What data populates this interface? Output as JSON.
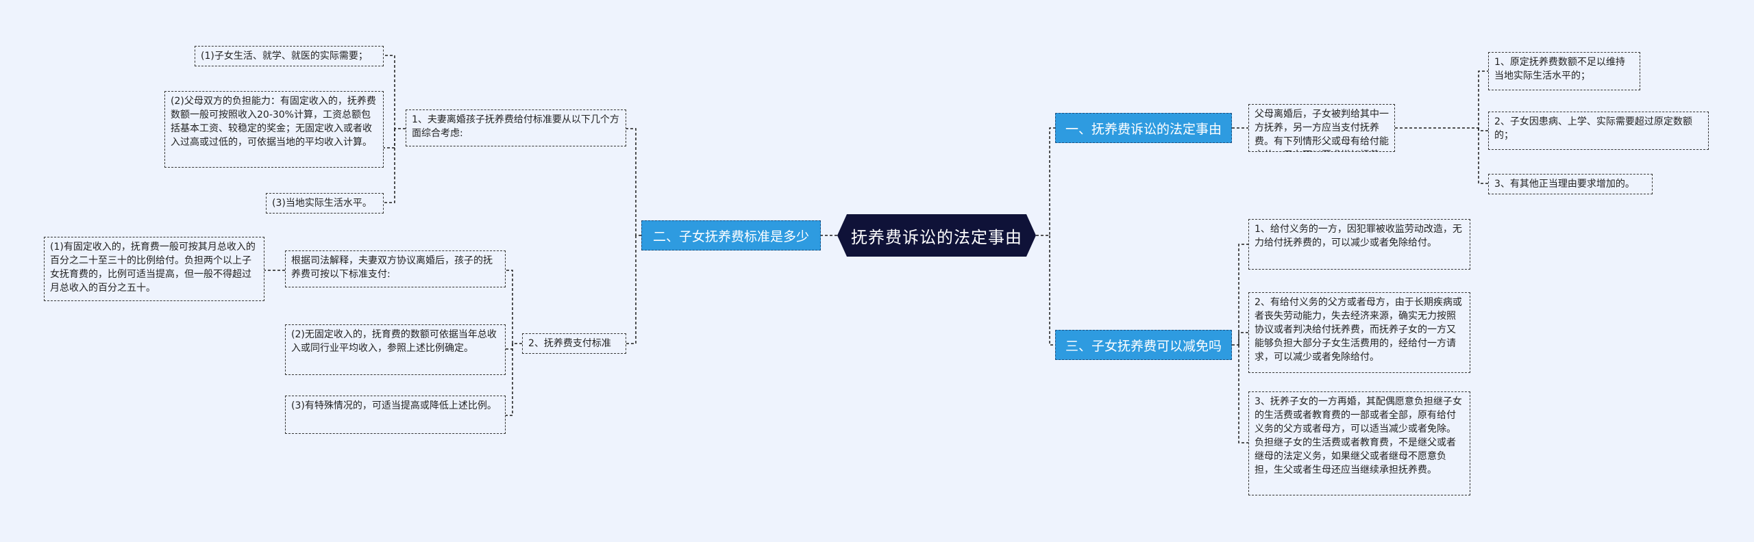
{
  "root": {
    "title": "抚养费诉讼的法定事由"
  },
  "right": {
    "branch1": {
      "label": "一、抚养费诉讼的法定事由",
      "intro": "父母离婚后，子女被判给其中一方抚养，另一方应当支付抚养费。有下列情形父或母有给付能力的，子女可以要求增加抚养费：",
      "items": [
        "1、原定抚养费数额不足以维持当地实际生活水平的；",
        "2、子女因患病、上学、实际需要超过原定数额的；",
        "3、有其他正当理由要求增加的。"
      ]
    },
    "branch3": {
      "label": "三、子女抚养费可以减免吗",
      "items": [
        "1、给付义务的一方，因犯罪被收监劳动改造，无力给付抚养费的，可以减少或者免除给付。",
        "2、有给付义务的父方或者母方，由于长期疾病或者丧失劳动能力，失去经济来源，确实无力按照协议或者判决给付抚养费，而抚养子女的一方又能够负担大部分子女生活费用的，经给付一方请求，可以减少或者免除给付。",
        "3、抚养子女的一方再婚，其配偶愿意负担继子女的生活费或者教育费的一部或者全部，原有给付义务的父方或者母方，可以适当减少或者免除。负担继子女的生活费或者教育费，不是继父或者继母的法定义务，如果继父或者继母不愿意负担，生父或者生母还应当继续承担抚养费。"
      ]
    }
  },
  "left": {
    "branch2": {
      "label": "二、子女抚养费标准是多少",
      "sub1": {
        "label": "1、夫妻离婚孩子抚养费给付标准要从以下几个方面综合考虑:",
        "items": [
          "(1)子女生活、就学、就医的实际需要；",
          "(2)父母双方的负担能力：有固定收入的，抚养费数额一般可按照收入20-30%计算，工资总额包括基本工资、较稳定的奖金；无固定收入或者收入过高或过低的，可依据当地的平均收入计算。",
          "(3)当地实际生活水平。"
        ]
      },
      "sub2": {
        "label": "2、抚养费支付标准",
        "intro": "根据司法解释，夫妻双方协议离婚后，孩子的抚养费可按以下标准支付:",
        "intro_child": "(1)有固定收入的，抚育费一般可按其月总收入的百分之二十至三十的比例给付。负担两个以上子女抚育费的，比例可适当提高，但一般不得超过月总收入的百分之五十。",
        "items": [
          "(2)无固定收入的，抚育费的数额可依据当年总收入或同行业平均收入，参照上述比例确定。",
          "(3)有特殊情况的，可适当提高或降低上述比例。"
        ]
      }
    }
  }
}
